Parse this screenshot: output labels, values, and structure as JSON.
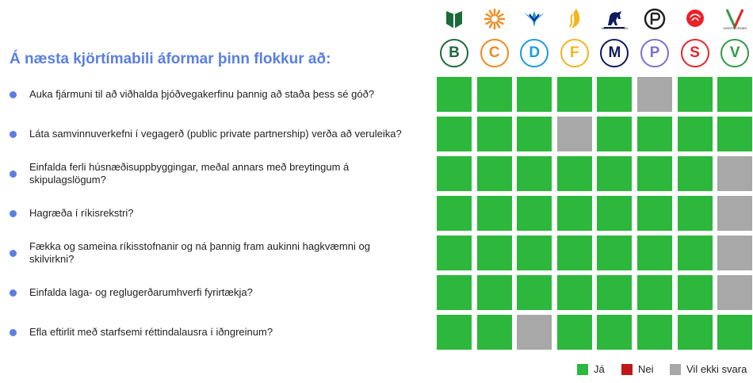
{
  "title": "Á næsta kjörtímabili áformar þinn flokkur að:",
  "colors": {
    "yes": "#2db83d",
    "no": "#c0181a",
    "na": "#a8a8a8"
  },
  "parties": [
    {
      "letter": "B",
      "color": "#1b6b3a",
      "icon": "framsokn-logo-icon",
      "logo_text": ""
    },
    {
      "letter": "C",
      "color": "#f08a1e",
      "icon": "vidreisn-logo-icon",
      "logo_text": ""
    },
    {
      "letter": "D",
      "color": "#1c9be0",
      "icon": "falcon-logo-icon",
      "logo_text": ""
    },
    {
      "letter": "F",
      "color": "#f2b51c",
      "icon": "flame-logo-icon",
      "logo_text": ""
    },
    {
      "letter": "M",
      "color": "#0d1a5c",
      "icon": "horse-logo-icon",
      "logo_text": "MIÐFLOKKURINN"
    },
    {
      "letter": "P",
      "color": "#7f6fd1",
      "icon": "pirate-logo-icon",
      "logo_text": ""
    },
    {
      "letter": "S",
      "color": "#e8242a",
      "icon": "rose-logo-icon",
      "logo_text": ""
    },
    {
      "letter": "V",
      "color": "#2f9a45",
      "icon": "vg-logo-icon",
      "logo_text": "VINSTRI GRÆN"
    }
  ],
  "chart_data": {
    "type": "table",
    "columns": [
      "B",
      "C",
      "D",
      "F",
      "M",
      "P",
      "S",
      "V"
    ],
    "rows": [
      {
        "question": "Auka fjármuni til að viðhalda þjóðvegakerfinu þannig að staða þess sé góð?",
        "answers": [
          "Já",
          "Já",
          "Já",
          "Já",
          "Já",
          "Vil ekki svara",
          "Já",
          "Já"
        ]
      },
      {
        "question": "Láta samvinnuverkefni í vegagerð (public private partnership) verða að veruleika?",
        "answers": [
          "Já",
          "Já",
          "Já",
          "Vil ekki svara",
          "Já",
          "Já",
          "Já",
          "Já"
        ]
      },
      {
        "question": "Einfalda ferli húsnæðisuppbyggingar, meðal annars með breytingum á skipulagslögum?",
        "answers": [
          "Já",
          "Já",
          "Já",
          "Já",
          "Já",
          "Já",
          "Já",
          "Vil ekki svara"
        ]
      },
      {
        "question": "Hagræða í ríkisrekstri?",
        "answers": [
          "Já",
          "Já",
          "Já",
          "Já",
          "Já",
          "Já",
          "Já",
          "Vil ekki svara"
        ]
      },
      {
        "question": "Fækka og sameina ríkisstofnanir og ná þannig fram aukinni hagkvæmni og skilvirkni?",
        "answers": [
          "Já",
          "Já",
          "Já",
          "Já",
          "Já",
          "Já",
          "Já",
          "Vil ekki svara"
        ]
      },
      {
        "question": "Einfalda laga- og reglugerðarumhverfi fyrirtækja?",
        "answers": [
          "Já",
          "Já",
          "Já",
          "Já",
          "Já",
          "Já",
          "Já",
          "Vil ekki svara"
        ]
      },
      {
        "question": "Efla eftirlit með starfsemi réttindalausra í iðngreinum?",
        "answers": [
          "Já",
          "Já",
          "Vil ekki svara",
          "Já",
          "Já",
          "Já",
          "Já",
          "Já"
        ]
      }
    ],
    "legend": [
      {
        "label": "Já",
        "key": "yes"
      },
      {
        "label": "Nei",
        "key": "no"
      },
      {
        "label": "Vil ekki svara",
        "key": "na"
      }
    ],
    "legend_position": "bottom-right"
  }
}
